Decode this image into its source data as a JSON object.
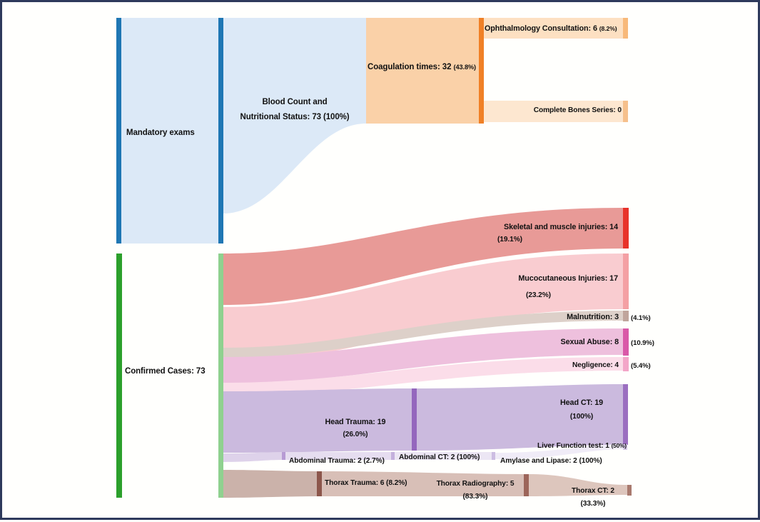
{
  "figure": {
    "type": "sankey",
    "title": "",
    "border_color": "#2e3a5c",
    "background": "#fffffd"
  },
  "chart_data": {
    "type": "sankey",
    "title": "",
    "xlabel": "",
    "ylabel": "",
    "total_cases": 73,
    "nodes": [
      {
        "id": "mandatory_exams",
        "label": "Mandatory exams",
        "value": null,
        "pct": null,
        "color": "#1f77b4"
      },
      {
        "id": "blood_count",
        "label": "Blood Count and Nutritional  Status",
        "value": 73,
        "pct": "100%",
        "color": "#1f77b4"
      },
      {
        "id": "coagulation",
        "label": "Coagulation times",
        "value": 32,
        "pct": "43.8%",
        "color": "#f08026"
      },
      {
        "id": "ophthalmology",
        "label": "Ophthalmology Consultation",
        "value": 6,
        "pct": "8.2%",
        "color": "#f8b97a"
      },
      {
        "id": "complete_bones",
        "label": "Complete Bones Series",
        "value": 0,
        "pct": null,
        "color": "#f6c08c"
      },
      {
        "id": "confirmed_cases",
        "label": "Confirmed Cases",
        "value": 73,
        "pct": null,
        "color": "#2ca02c"
      },
      {
        "id": "skeletal_muscle",
        "label": "Skeletal and muscle injuries",
        "value": 14,
        "pct": "19.1%",
        "color": "#e8332a"
      },
      {
        "id": "mucocutaneous",
        "label": "Mucocutaneous Injuries",
        "value": 17,
        "pct": "23.2%",
        "color": "#f4a0a4"
      },
      {
        "id": "malnutrition",
        "label": "Malnutrition",
        "value": 3,
        "pct": "4.1%",
        "color": "#c0a59c"
      },
      {
        "id": "sexual_abuse",
        "label": "Sexual Abuse",
        "value": 8,
        "pct": "10.9%",
        "color": "#d959a8"
      },
      {
        "id": "negligence",
        "label": "Negligence",
        "value": 4,
        "pct": "5.4%",
        "color": "#f3a6c8"
      },
      {
        "id": "head_trauma",
        "label": "Head Trauma",
        "value": 19,
        "pct": "26.0%",
        "color": "#9467bd"
      },
      {
        "id": "head_ct",
        "label": "Head CT",
        "value": 19,
        "pct": "100%",
        "color": "#9b6fc0"
      },
      {
        "id": "abdominal_trauma",
        "label": "Abdominal Trauma",
        "value": 2,
        "pct": "2.7%",
        "color": "#b79ad4"
      },
      {
        "id": "abdominal_ct",
        "label": "Abdominal CT",
        "value": 2,
        "pct": "100%",
        "color": "#c4b0dd"
      },
      {
        "id": "amylase_lipase",
        "label": "Amylase and Lipase",
        "value": 2,
        "pct": "100%",
        "color": "#cdbde2"
      },
      {
        "id": "liver_function",
        "label": "Liver Function test",
        "value": 1,
        "pct": "50%",
        "color": "#d8cbe8"
      },
      {
        "id": "thorax_trauma",
        "label": "Thorax Trauma",
        "value": 6,
        "pct": "8.2%",
        "color": "#8c564b"
      },
      {
        "id": "thorax_radiography",
        "label": "Thorax Radiography",
        "value": 5,
        "pct": "83.3%",
        "color": "#9c655a"
      },
      {
        "id": "thorax_ct",
        "label": "Thorax CT",
        "value": 2,
        "pct": "33.3%",
        "color": "#a97a6e"
      }
    ],
    "links": [
      {
        "source": "mandatory_exams",
        "target": "blood_count",
        "value": 73,
        "color": "#dce9f7"
      },
      {
        "source": "blood_count",
        "target": "coagulation",
        "value": 32,
        "color": "#fad1a8"
      },
      {
        "source": "coagulation",
        "target": "ophthalmology",
        "value": 6,
        "color": "#fde0c2"
      },
      {
        "source": "coagulation",
        "target": "complete_bones",
        "value": 0,
        "color": "#fde7d0"
      },
      {
        "source": "confirmed_cases",
        "target": "skeletal_muscle",
        "value": 14,
        "color": "#e89a97"
      },
      {
        "source": "confirmed_cases",
        "target": "mucocutaneous",
        "value": 17,
        "color": "#f9ccd0"
      },
      {
        "source": "confirmed_cases",
        "target": "malnutrition",
        "value": 3,
        "color": "#ddd0c9"
      },
      {
        "source": "confirmed_cases",
        "target": "sexual_abuse",
        "value": 8,
        "color": "#eec0dd"
      },
      {
        "source": "confirmed_cases",
        "target": "negligence",
        "value": 4,
        "color": "#fbdde9"
      },
      {
        "source": "confirmed_cases",
        "target": "head_trauma",
        "value": 19,
        "color": "#cbbade"
      },
      {
        "source": "head_trauma",
        "target": "head_ct",
        "value": 19,
        "color": "#cbbade"
      },
      {
        "source": "confirmed_cases",
        "target": "abdominal_trauma",
        "value": 2,
        "color": "#ded2ea"
      },
      {
        "source": "abdominal_trauma",
        "target": "abdominal_ct",
        "value": 2,
        "color": "#e6ddf0"
      },
      {
        "source": "abdominal_ct",
        "target": "amylase_lipase",
        "value": 2,
        "color": "#ece6f4"
      },
      {
        "source": "amylase_lipase",
        "target": "liver_function",
        "value": 1,
        "color": "#f0ecf7"
      },
      {
        "source": "confirmed_cases",
        "target": "thorax_trauma",
        "value": 6,
        "color": "#cbb2aa"
      },
      {
        "source": "thorax_trauma",
        "target": "thorax_radiography",
        "value": 5,
        "color": "#d8bfb7"
      },
      {
        "source": "thorax_radiography",
        "target": "thorax_ct",
        "value": 2,
        "color": "#ddc6bd"
      }
    ]
  },
  "labels": {
    "mandatory_exams": {
      "line1": "Mandatory exams",
      "line2": ""
    },
    "blood_count": {
      "line1": "Blood Count and",
      "line2": "Nutritional  Status: 73  (100%)"
    },
    "coagulation": {
      "line1": "Coagulation times: 32",
      "pct": "(43.8%)"
    },
    "ophthalmology": {
      "line1": "Ophthalmology Consultation: 6",
      "pct": "(8.2%)"
    },
    "complete_bones": {
      "line1": "Complete Bones Series: 0",
      "pct": ""
    },
    "confirmed_cases": {
      "line1": "Confirmed Cases: 73",
      "pct": ""
    },
    "skeletal_muscle": {
      "line1": "Skeletal and muscle injuries: 14",
      "line2": "(19.1%)"
    },
    "mucocutaneous": {
      "line1": "Mucocutaneous Injuries: 17",
      "line2": "(23.2%)"
    },
    "malnutrition": {
      "line1": "Malnutrition: 3",
      "pct": "(4.1%)"
    },
    "sexual_abuse": {
      "line1": "Sexual Abuse: 8",
      "pct": "(10.9%)"
    },
    "negligence": {
      "line1": "Negligence: 4",
      "pct": "(5.4%)"
    },
    "head_trauma": {
      "line1": "Head Trauma: 19",
      "line2": "(26.0%)"
    },
    "head_ct": {
      "line1": "Head CT: 19",
      "line2": "(100%)"
    },
    "abdominal_trauma": {
      "line1": "Abdominal Trauma: 2 (2.7%)"
    },
    "abdominal_ct": {
      "line1": "Abdominal CT: 2  (100%)"
    },
    "amylase_lipase": {
      "line1": "Amylase and Lipase: 2  (100%)"
    },
    "liver_function": {
      "line1": "Liver Function test: 1",
      "pct": "(50%)"
    },
    "thorax_trauma": {
      "line1": "Thorax Trauma: 6 (8.2%)"
    },
    "thorax_radiography": {
      "line1": "Thorax Radiography: 5",
      "line2": "(83.3%)"
    },
    "thorax_ct": {
      "line1": "Thorax CT: 2",
      "line2": "(33.3%)"
    }
  }
}
